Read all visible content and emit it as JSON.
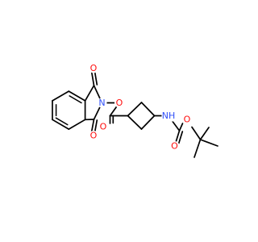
{
  "colors": {
    "bond": "#000000",
    "oxygen": "#ff0d0d",
    "nitrogen": "#3050f8",
    "background": "#ffffff"
  },
  "atom_labels": {
    "carbonyl_o_top": "O",
    "imide_n": "N",
    "n_oxy_o": "O",
    "carbonyl_o_bottom": "O",
    "ester_carbonyl_o": "O",
    "carbamate_n": "NH",
    "carbamate_o_ester": "O",
    "carbamate_carbonyl_o": "O"
  }
}
